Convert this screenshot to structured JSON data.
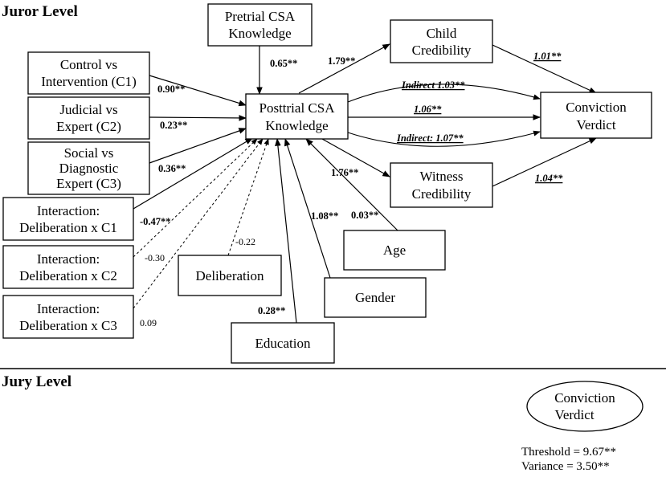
{
  "levels": {
    "juror": "Juror Level",
    "jury": "Jury Level"
  },
  "boxes": {
    "pretrial": [
      "Pretrial CSA",
      "Knowledge"
    ],
    "control": [
      "Control vs",
      "Intervention (C1)"
    ],
    "judicial": [
      "Judicial vs",
      "Expert (C2)"
    ],
    "social": [
      "Social vs",
      "Diagnostic",
      "Expert (C3)"
    ],
    "int1": [
      "Interaction:",
      "Deliberation x C1"
    ],
    "int2": [
      "Interaction:",
      "Deliberation x C2"
    ],
    "int3": [
      "Interaction:",
      "Deliberation x C3"
    ],
    "posttrial": [
      "Posttrial CSA",
      "Knowledge"
    ],
    "child": [
      "Child",
      "Credibility"
    ],
    "witness": [
      "Witness",
      "Credibility"
    ],
    "verdict": [
      "Conviction",
      "Verdict"
    ],
    "deliberation": [
      "Deliberation"
    ],
    "age": [
      "Age"
    ],
    "gender": [
      "Gender"
    ],
    "education": [
      "Education"
    ],
    "jury_verdict": [
      "Conviction",
      "Verdict"
    ]
  },
  "coefficients": {
    "pretrial": "0.65**",
    "control": "0.90**",
    "judicial": "0.23**",
    "social": "0.36**",
    "int1": "-0.47**",
    "int2": "-0.30",
    "int3": "0.09",
    "deliberation": "-0.22",
    "education": "0.28**",
    "gender": "1.08**",
    "age": "0.03**",
    "to_child": "1.79**",
    "to_witness": "1.76**",
    "child_verdict": "1.01**",
    "witness_verdict": "1.04**",
    "direct_verdict": "1.06**",
    "indirect_child": "Indirect 1.03**",
    "indirect_witness": "Indirect: 1.07**"
  },
  "jury_stats": {
    "threshold": "Threshold = 9.67**",
    "variance": "Variance = 3.50**"
  }
}
